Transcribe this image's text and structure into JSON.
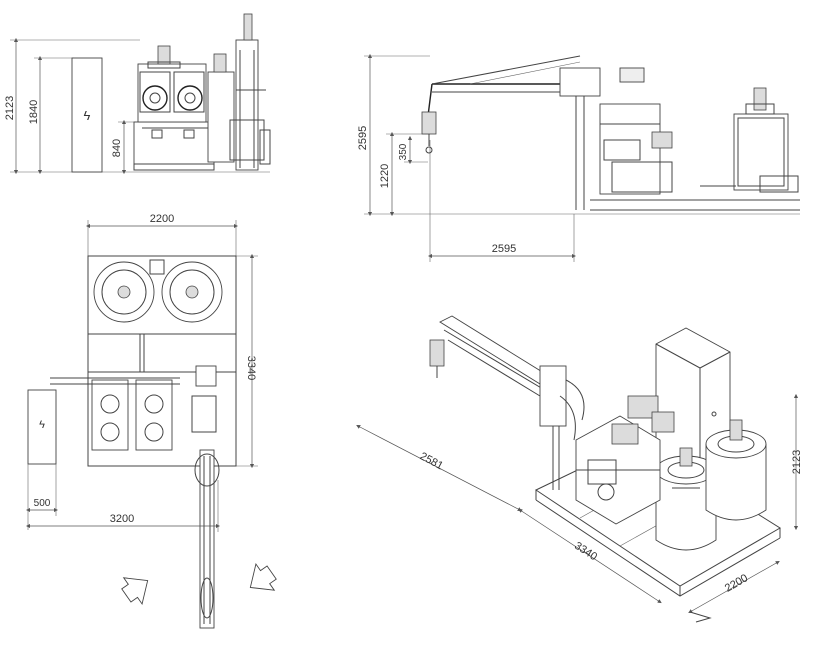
{
  "views": {
    "front": {
      "height_total": "2123",
      "cabinet_height": "1840",
      "frame_height": "840"
    },
    "side": {
      "height_total": "2595",
      "base_height": "1220",
      "nozzle_drop": "350",
      "boom_reach": "2595"
    },
    "top": {
      "width": "2200",
      "depth": "3340",
      "overall_length": "3200",
      "cabinet_offset": "500"
    },
    "iso": {
      "boom_length": "2581",
      "length": "3340",
      "width": "2200",
      "height": "2123"
    }
  },
  "icons": {
    "lightning": "lightning-symbol-icon",
    "arrow_left": "arrow-down-left-icon",
    "arrow_right": "arrow-up-right-icon"
  },
  "labels": {
    "lightning_glyph": "ϟ"
  }
}
